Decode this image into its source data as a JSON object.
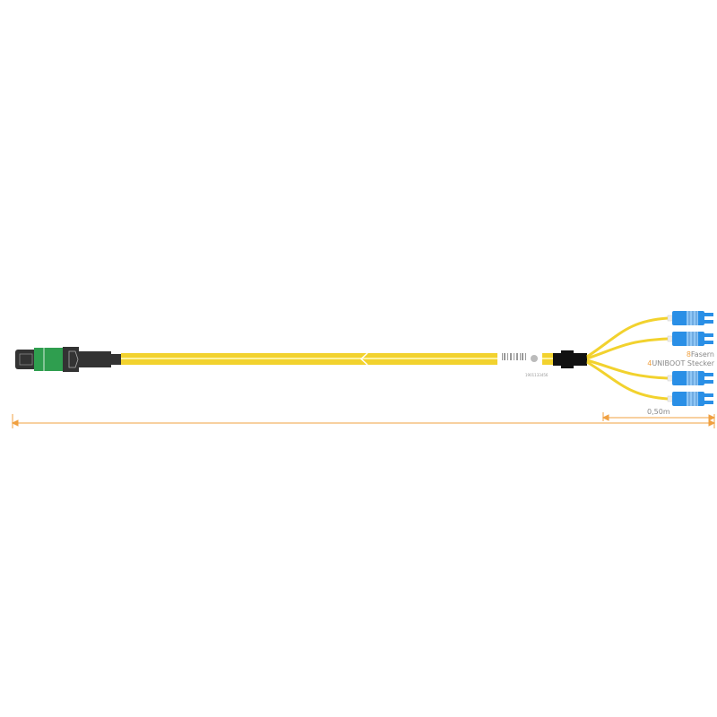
{
  "cable": {
    "serial": "1901133456",
    "fiber_count": "8",
    "fiber_label": "Fasern",
    "connector_count": "4",
    "connector_label": "UNIBOOT Stecker",
    "breakout_length": "0,50m"
  },
  "colors": {
    "cable": "#f2d22e",
    "left_connector_body": "#2f9e4f",
    "connector_black": "#222222",
    "right_connectors": "#2a8fe6",
    "dimension_line": "#f0a040"
  },
  "icons": [
    "mpo-connector-icon",
    "lc-uniboot-connector-icon",
    "direction-arrow-icon"
  ]
}
